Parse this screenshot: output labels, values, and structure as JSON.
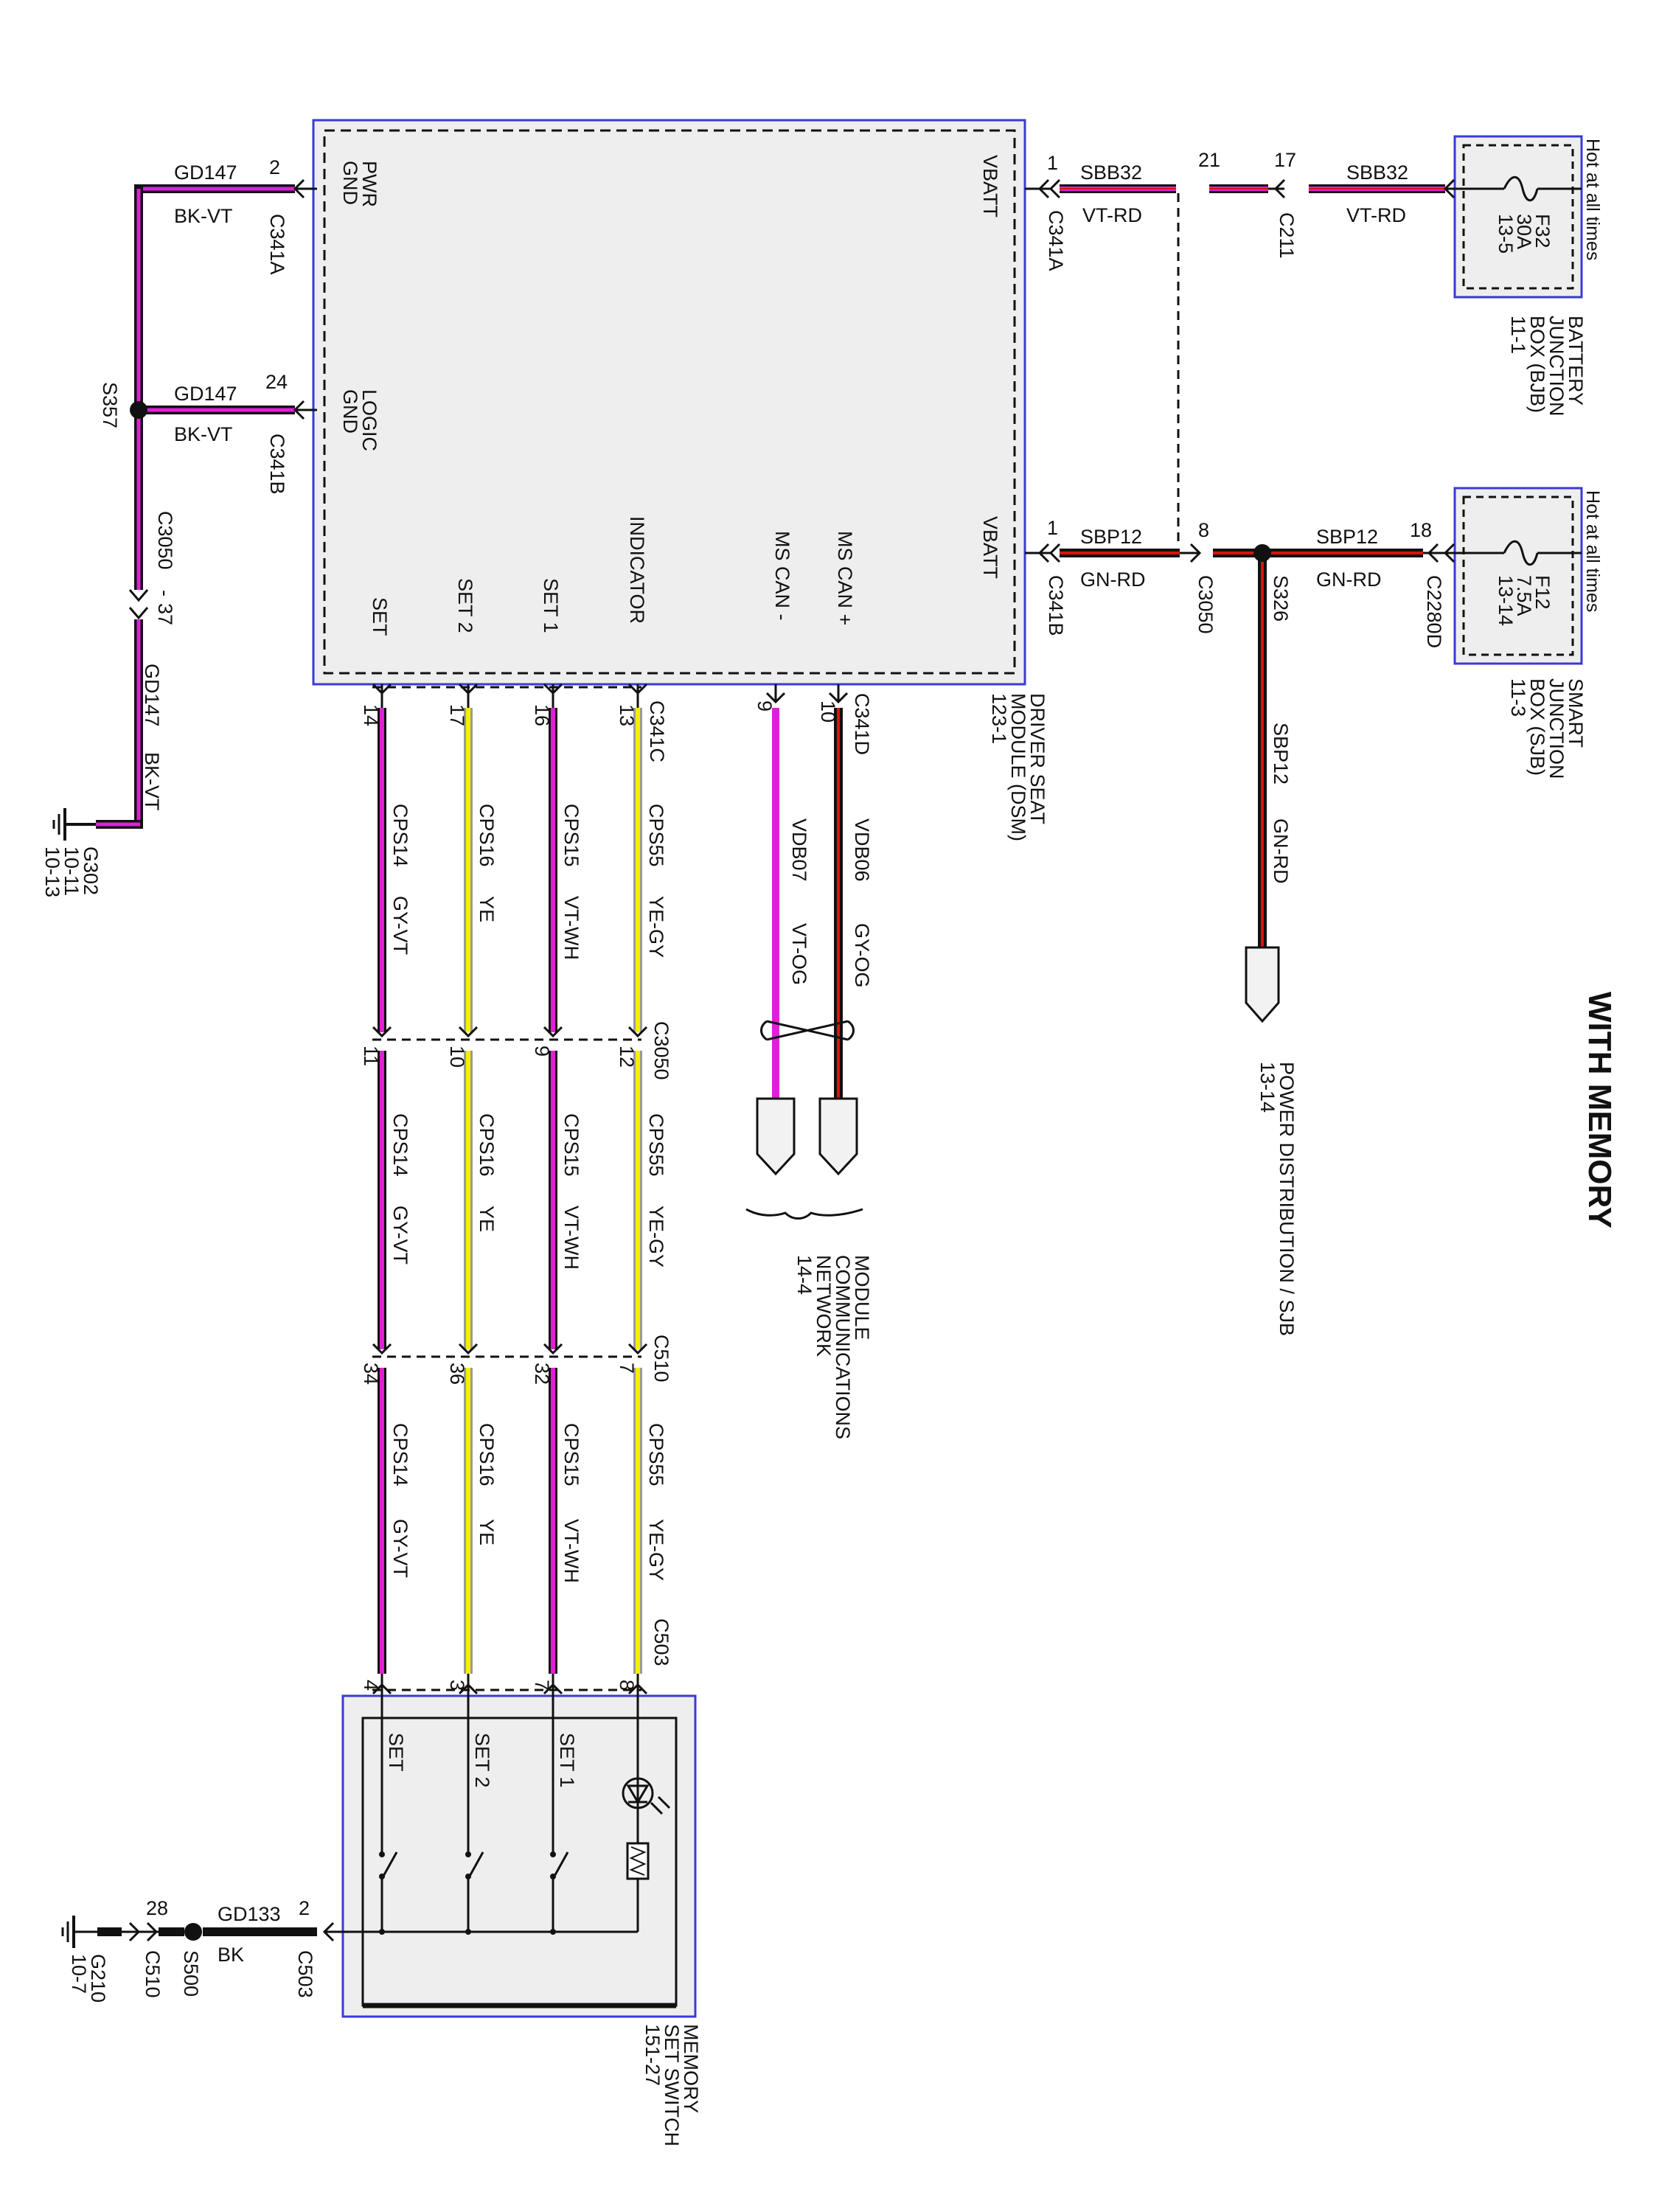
{
  "title": "WITH MEMORY",
  "colors": {
    "frame": "#3a3ad6",
    "box_fill": "#eeeeee",
    "black": "#111111",
    "violet": "#e020d8",
    "red": "#e01010",
    "green": "#1a1a1a",
    "yellow": "#f4f000",
    "gray": "#9a9a9a",
    "white": "#ffffff",
    "orange": "#f08a00"
  },
  "dsm": {
    "name_lines": [
      "DRIVER SEAT",
      "MODULE (DSM)",
      "123-1"
    ],
    "pins": {
      "pwr_gnd": [
        "PWR",
        "GND"
      ],
      "logic_gnd": [
        "LOGIC",
        "GND"
      ],
      "vbatt_top": "VBATT",
      "vbatt_mid": "VBATT",
      "ms_can_plus": "MS CAN +",
      "ms_can_minus": "MS CAN -",
      "indicator": "INDICATOR",
      "set1": "SET 1",
      "set2": "SET 2",
      "set": "SET"
    }
  },
  "ground_left": {
    "top_wire": {
      "circuit": "GD147",
      "color": "BK-VT",
      "pin": "2",
      "connector": "C341A"
    },
    "mid_wire": {
      "circuit": "GD147",
      "color": "BK-VT",
      "pin": "24",
      "connector": "C341B"
    },
    "splice": "S357",
    "inline_connector": "C3050",
    "inline_dash": "-",
    "inline_pin": "37",
    "down_wire": {
      "circuit": "GD147",
      "color": "BK-VT"
    },
    "ground": {
      "name": "G302",
      "refs": [
        "10-11",
        "10-13"
      ]
    }
  },
  "bjb_feed": {
    "dsm_pin": "1",
    "dsm_connector": "C341A",
    "wire1": {
      "circuit": "SBB32",
      "color": "VT-RD"
    },
    "c211_pin_a": "21",
    "c211_pin_b": "17",
    "c211": "C211",
    "wire2": {
      "circuit": "SBB32",
      "color": "VT-RD"
    },
    "fuse": {
      "id": "F32",
      "rating": "30A",
      "ref": "13-5"
    },
    "hot_note": "Hot at all times",
    "box_lines": [
      "BATTERY",
      "JUNCTION",
      "BOX (BJB)",
      "11-1"
    ]
  },
  "sjb_feed": {
    "dsm_pin": "1",
    "dsm_connector": "C341B",
    "wire1": {
      "circuit": "SBP12",
      "color": "GN-RD"
    },
    "c3050_pin": "8",
    "c3050": "C3050",
    "splice": "S326",
    "wire2": {
      "circuit": "SBP12",
      "color": "GN-RD"
    },
    "c2280d_pin": "18",
    "c2280d": "C2280D",
    "fuse": {
      "id": "F12",
      "rating": "7.5A",
      "ref": "13-14"
    },
    "hot_note": "Hot at all times",
    "box_lines": [
      "SMART",
      "JUNCTION",
      "BOX (SJB)",
      "11-3"
    ],
    "branch_wire": {
      "circuit": "SBP12",
      "color": "GN-RD"
    },
    "power_dist": "POWER DISTRIBUTION / SJB",
    "power_dist_ref": "13-14"
  },
  "can": {
    "connector": "C341D",
    "plus": {
      "pin": "10",
      "circuit": "VDB06",
      "color": "GY-OG"
    },
    "minus": {
      "pin": "9",
      "circuit": "VDB07",
      "color": "VT-OG"
    },
    "network_lines": [
      "MODULE",
      "COMMUNICATIONS",
      "NETWORK",
      "14-4"
    ]
  },
  "switch_circuits": {
    "dsm_connector": "C341C",
    "inline1": "C3050",
    "inline2": "C510",
    "end_connector": "C503",
    "wires": [
      {
        "key": "ind",
        "circuit": "CPS55",
        "color": "YE-GY",
        "pins": [
          "13",
          "12",
          "7",
          "8"
        ]
      },
      {
        "key": "set1",
        "circuit": "CPS15",
        "color": "VT-WH",
        "pins": [
          "16",
          "9",
          "32",
          "7"
        ]
      },
      {
        "key": "set2",
        "circuit": "CPS16",
        "color": "YE",
        "pins": [
          "17",
          "10",
          "36",
          "3"
        ]
      },
      {
        "key": "set",
        "circuit": "CPS14",
        "color": "GY-VT",
        "pins": [
          "14",
          "11",
          "34",
          "4"
        ]
      }
    ]
  },
  "memory_switch": {
    "name_lines": [
      "MEMORY",
      "SET SWITCH",
      "151-27"
    ],
    "labels": {
      "set1": "SET 1",
      "set2": "SET 2",
      "set": "SET"
    },
    "gnd_wire": {
      "circuit": "GD133",
      "color": "BK",
      "pin": "2",
      "connector": "C503"
    },
    "splice": "S500",
    "c510_pin": "28",
    "c510": "C510",
    "ground": {
      "name": "G210",
      "ref": "10-7"
    }
  }
}
